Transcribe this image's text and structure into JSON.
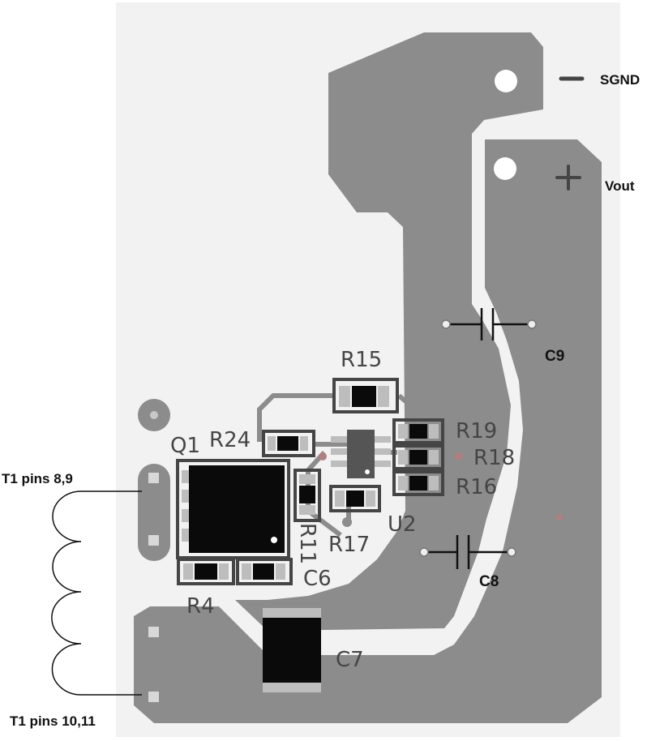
{
  "labels": {
    "sgnd": "SGND",
    "vout": "Vout",
    "c9": "C9",
    "c8": "C8",
    "t1_top": "T1 pins 8,9",
    "t1_bottom": "T1 pins 10,11",
    "r15": "R15",
    "r19": "R19",
    "r18": "R18",
    "r16": "R16",
    "q1": "Q1",
    "r24": "R24",
    "r11": "R11",
    "r17": "R17",
    "u2": "U2",
    "c6": "C6",
    "r4": "R4",
    "c7": "C7"
  },
  "colors": {
    "board": "#f2f2f2",
    "copper": "#8c8c8c",
    "silkscreen": "#454545",
    "component_body": "#0a0a0a",
    "pad": "#bdbdbd"
  }
}
